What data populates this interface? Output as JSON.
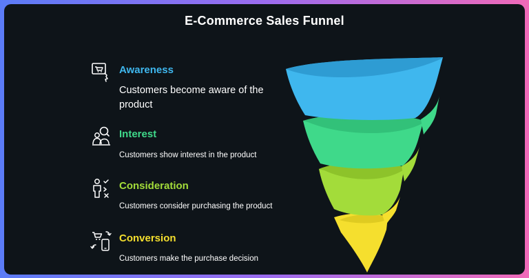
{
  "title": "E-Commerce Sales Funnel",
  "colors": {
    "awareness": "#3fb7ee",
    "interest": "#3fd98a",
    "consideration": "#a3dc3a",
    "conversion": "#f5df2e"
  },
  "stages": [
    {
      "heading": "Awareness",
      "description": "Customers become aware of the product",
      "icon": "shopping-screen-icon"
    },
    {
      "heading": "Interest",
      "description": "Customers show interest in the product",
      "icon": "people-search-icon"
    },
    {
      "heading": "Consideration",
      "description": "Customers consider purchasing the product",
      "icon": "decision-person-icon"
    },
    {
      "heading": "Conversion",
      "description": "Customers make the purchase decision",
      "icon": "cart-phone-icon"
    }
  ]
}
